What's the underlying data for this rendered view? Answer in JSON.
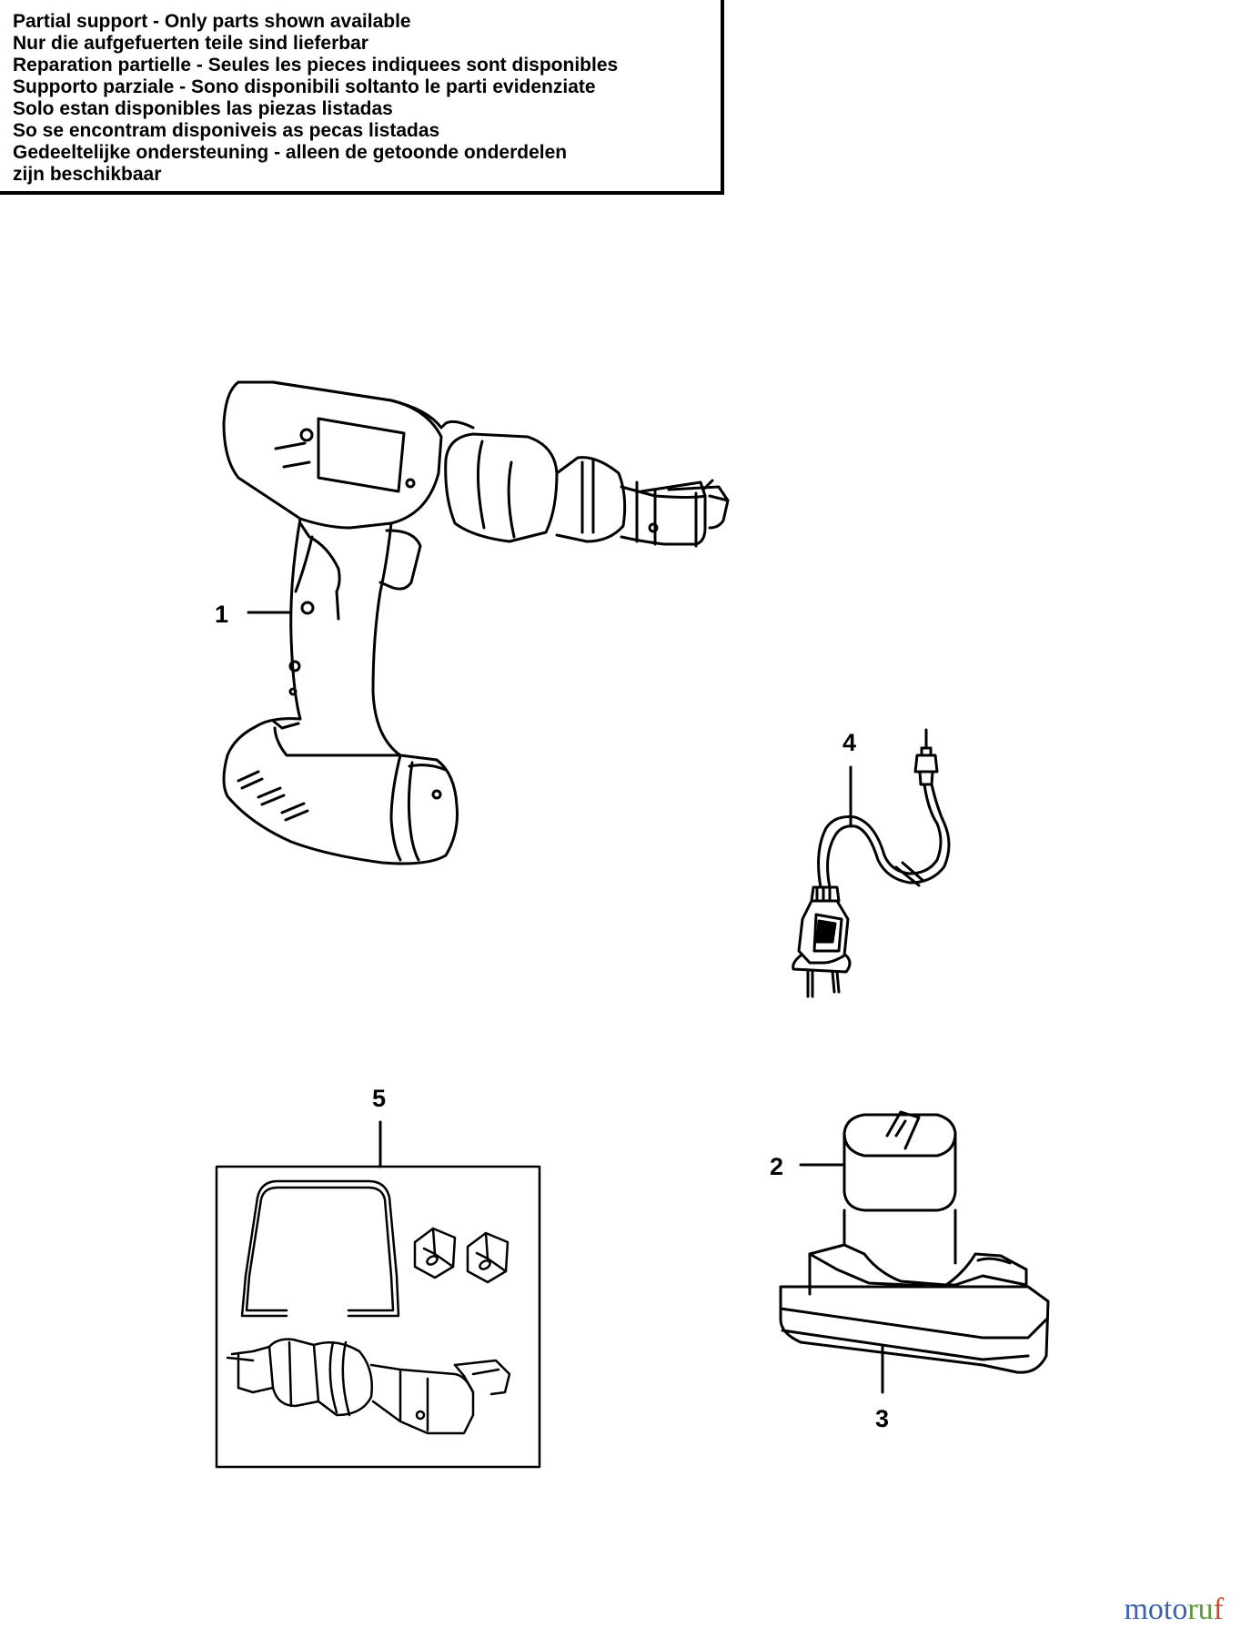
{
  "notice": {
    "lines": [
      "Partial support - Only parts shown available",
      "Nur die aufgefuerten teile sind lieferbar",
      "Reparation partielle - Seules les pieces indiquees sont disponibles",
      "Supporto parziale - Sono disponibili soltanto le parti evidenziate",
      "Solo estan disponibles las piezas listadas",
      "So se encontram disponiveis as pecas listadas",
      "Gedeeltelijke ondersteuning - alleen de getoonde onderdelen",
      "zijn beschikbaar"
    ]
  },
  "callouts": {
    "drill": "1",
    "battery": "2",
    "charger": "3",
    "cord": "4",
    "kit": "5"
  },
  "brand": {
    "part1": "moto",
    "part2": "ru",
    "part3": "f"
  },
  "colors": {
    "line": "#000000",
    "brand_blue": "#3b63b0",
    "brand_green": "#5b9a3c",
    "brand_red": "#d04a2a"
  }
}
